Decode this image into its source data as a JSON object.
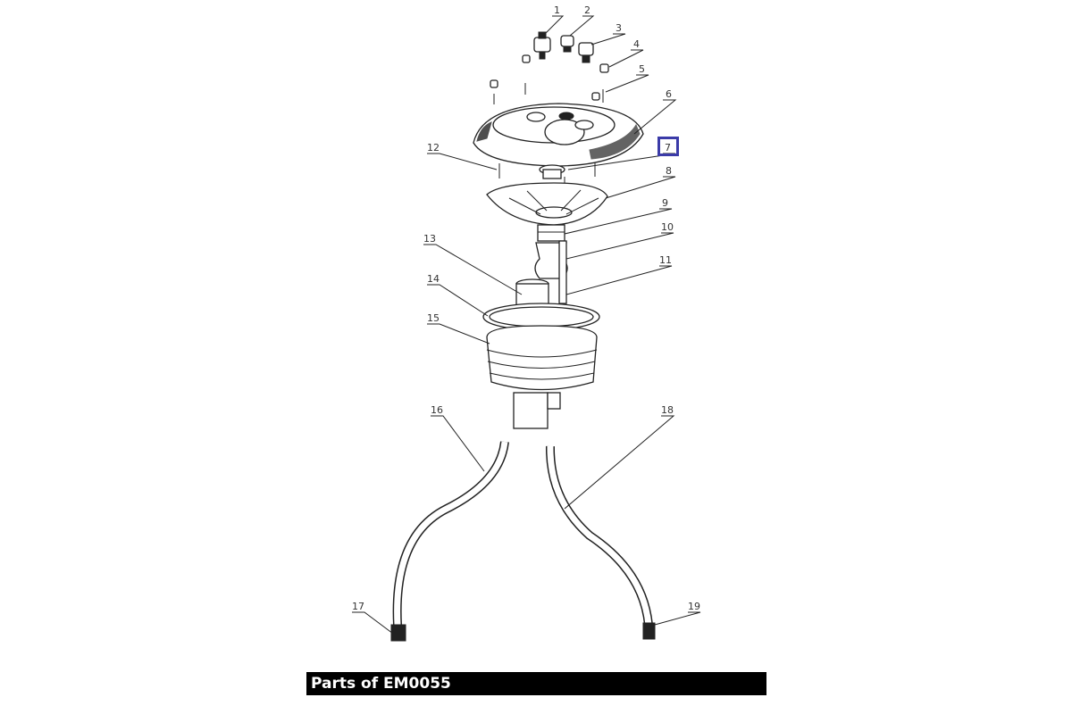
{
  "diagram": {
    "title": "Parts of EM0055",
    "highlighted_part": "7",
    "highlight_color": "#3b3ba8",
    "parts": [
      "1",
      "2",
      "3",
      "4",
      "5",
      "6",
      "7",
      "8",
      "9",
      "10",
      "11",
      "12",
      "13",
      "14",
      "15",
      "16",
      "17",
      "18",
      "19"
    ]
  }
}
